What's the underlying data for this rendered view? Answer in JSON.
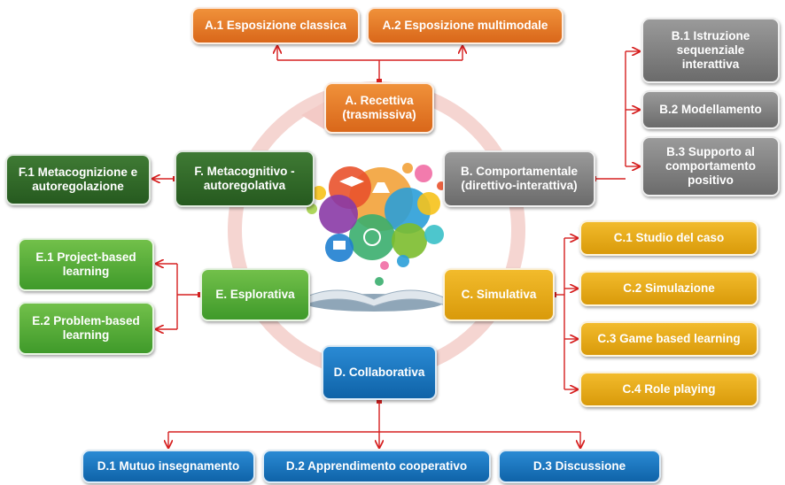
{
  "diagram": {
    "colors": {
      "connector": "#d62020",
      "ring": "#f2c4c0",
      "orange": "#e67b28",
      "grey": "#7d7d7d",
      "yellow": "#e8a813",
      "blue": "#1773bd",
      "green": "#5aad39",
      "dark_green": "#32692a"
    },
    "center_icon": "education-icons-book",
    "nodes": {
      "a": {
        "label": "A. Recettiva (trasmissiva)"
      },
      "a1": {
        "label": "A.1 Esposizione classica"
      },
      "a2": {
        "label": "A.2 Esposizione multimodale"
      },
      "b": {
        "label": "B. Comportamentale (direttivo-interattiva)"
      },
      "b1": {
        "label": "B.1 Istruzione sequenziale interattiva"
      },
      "b2": {
        "label": "B.2 Modellamento"
      },
      "b3": {
        "label": "B.3 Supporto al comportamento positivo"
      },
      "c": {
        "label": "C. Simulativa"
      },
      "c1": {
        "label": "C.1 Studio del caso"
      },
      "c2": {
        "label": "C.2 Simulazione"
      },
      "c3": {
        "label": "C.3 Game based learning"
      },
      "c4": {
        "label": "C.4 Role playing"
      },
      "d": {
        "label": "D. Collaborativa"
      },
      "d1": {
        "label": "D.1 Mutuo insegnamento"
      },
      "d2": {
        "label": "D.2 Apprendimento cooperativo"
      },
      "d3": {
        "label": "D.3 Discussione"
      },
      "e": {
        "label": "E. Esplorativa"
      },
      "e1": {
        "label": "E.1 Project-based learning"
      },
      "e2": {
        "label": "E.2 Problem-based learning"
      },
      "f": {
        "label": "F. Metacognitivo - autoregolativa"
      },
      "f1": {
        "label": "F.1 Metacognizione e autoregolazione"
      }
    }
  }
}
